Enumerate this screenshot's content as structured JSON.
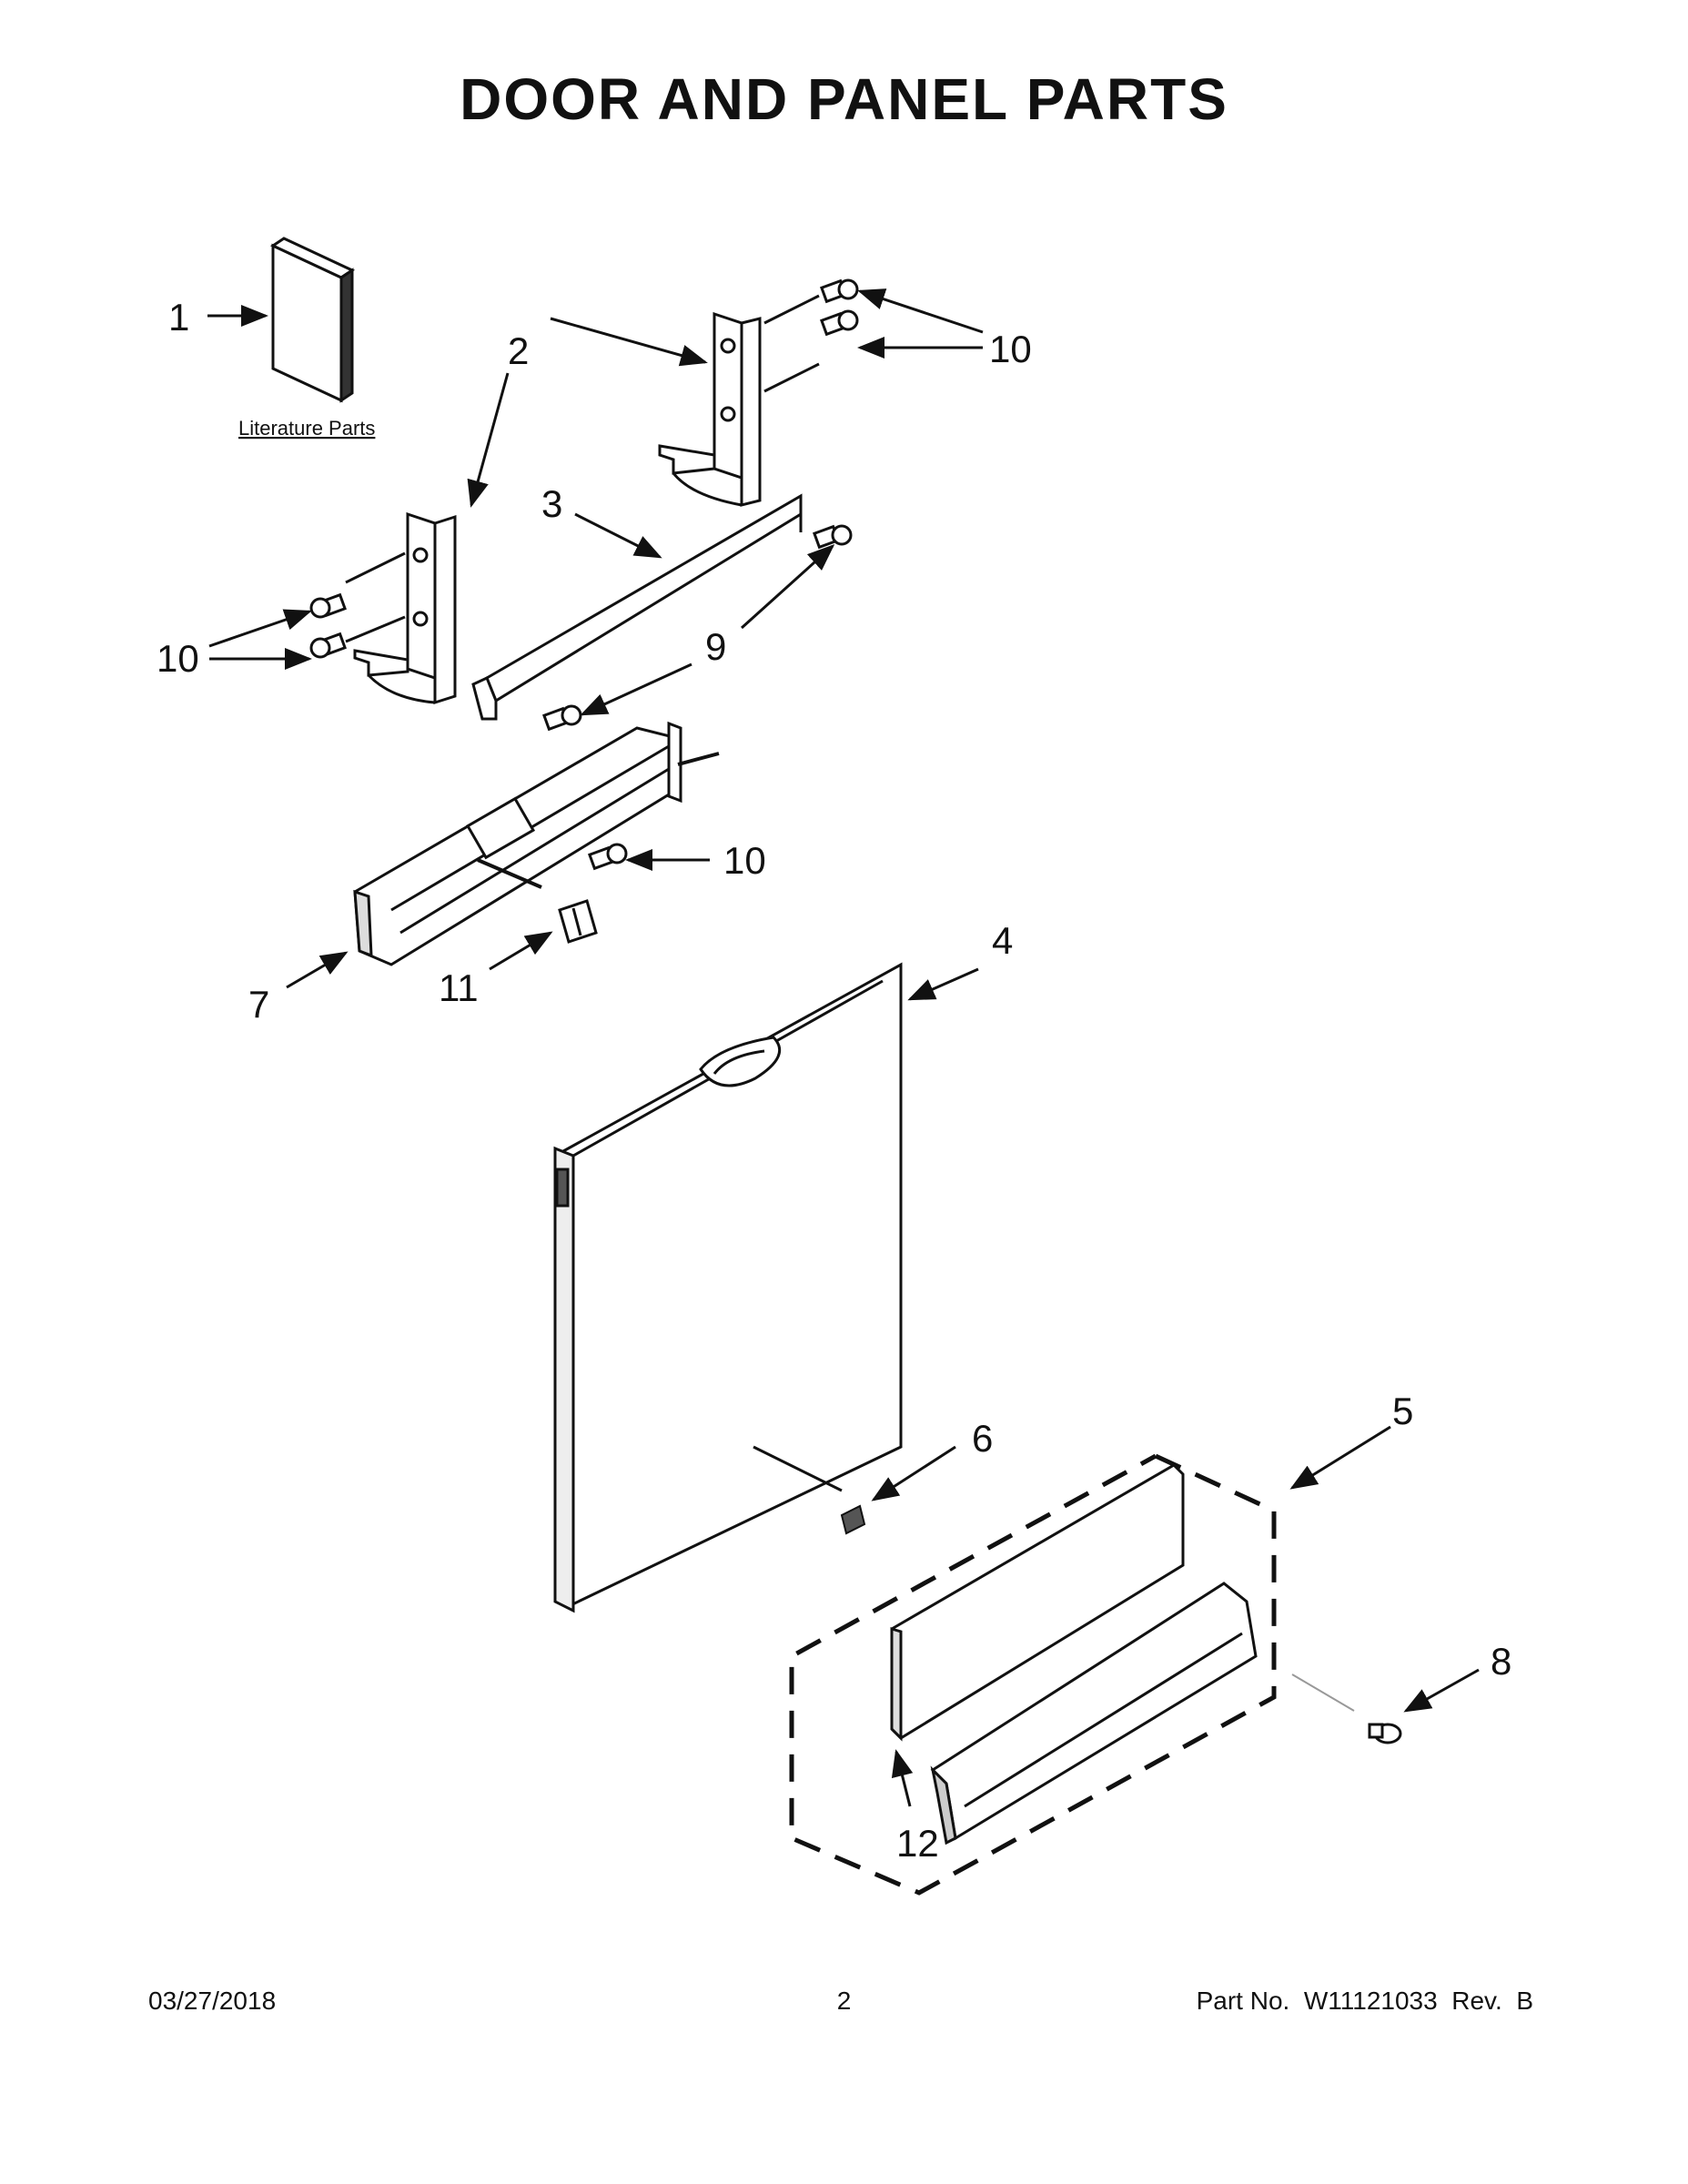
{
  "title": "DOOR AND PANEL PARTS",
  "callouts": [
    {
      "id": "1",
      "label": "1"
    },
    {
      "id": "2",
      "label": "2"
    },
    {
      "id": "3",
      "label": "3"
    },
    {
      "id": "4",
      "label": "4"
    },
    {
      "id": "5",
      "label": "5"
    },
    {
      "id": "6",
      "label": "6"
    },
    {
      "id": "7",
      "label": "7"
    },
    {
      "id": "8",
      "label": "8"
    },
    {
      "id": "9",
      "label": "9"
    },
    {
      "id": "10a",
      "label": "10"
    },
    {
      "id": "10b",
      "label": "10"
    },
    {
      "id": "10c",
      "label": "10"
    },
    {
      "id": "11",
      "label": "11"
    },
    {
      "id": "12",
      "label": "12"
    }
  ],
  "literature_label": "Literature Parts",
  "footer": {
    "date": "03/27/2018",
    "page": "2",
    "part_number": "Part No.  W11121033  Rev.  B"
  }
}
